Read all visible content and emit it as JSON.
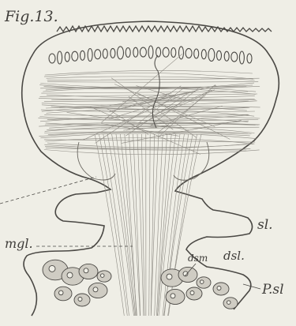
{
  "figure": {
    "title": "Fig.13.",
    "labels": {
      "sl": "sl.",
      "mgl": "mgl.",
      "dsm": "dsm",
      "dsl": "dsl.",
      "psl": "P.sl"
    }
  },
  "colors": {
    "paper": "#efeee6",
    "ink": "#4a4844",
    "faint_ink": "#8d8a83",
    "cell_fill": "#cfccc3"
  }
}
